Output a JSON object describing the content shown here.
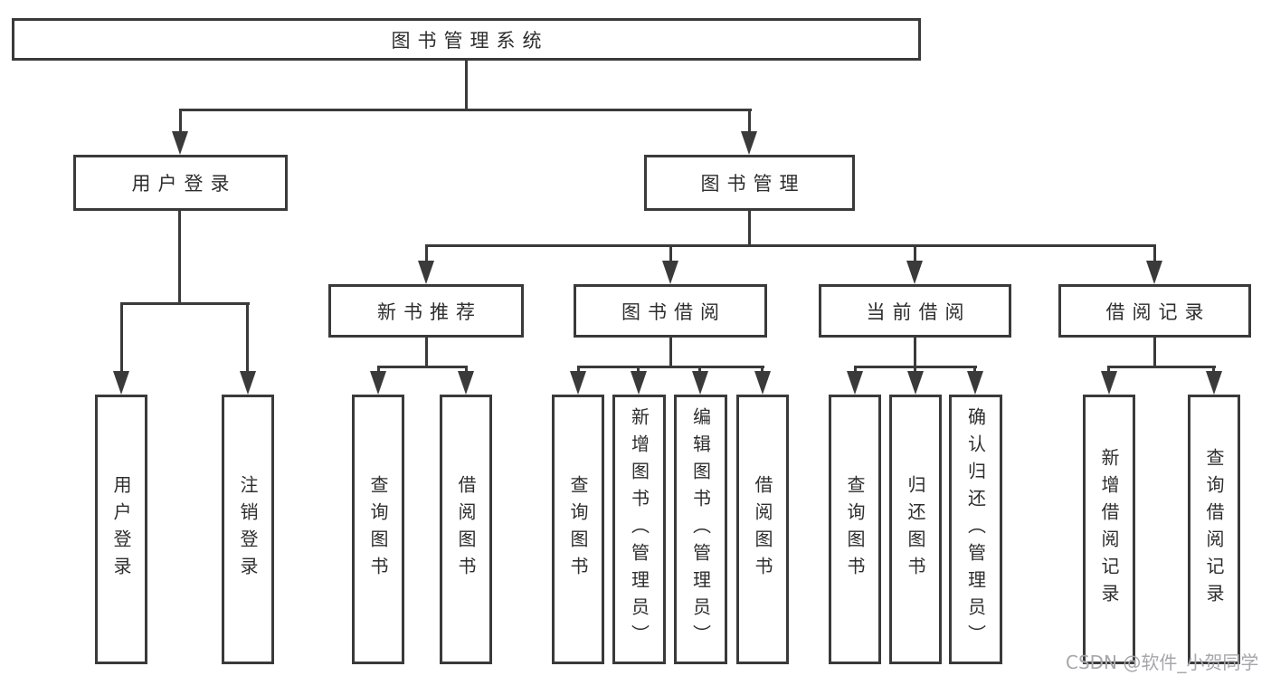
{
  "tree": {
    "root": {
      "label": "图书管理系统"
    },
    "level2": [
      {
        "label": "用户登录"
      },
      {
        "label": "图书管理"
      }
    ],
    "level3": [
      {
        "label": "新书推荐"
      },
      {
        "label": "图书借阅"
      },
      {
        "label": "当前借阅"
      },
      {
        "label": "借阅记录"
      }
    ],
    "leaves": {
      "user_login": [
        "用户登录",
        "注销登录"
      ],
      "new_book": [
        "查询图书",
        "借阅图书"
      ],
      "book_borrow": [
        "查询图书",
        "新增图书（管理员）",
        "编辑图书（管理员）",
        "借阅图书"
      ],
      "current_borrow": [
        "查询图书",
        "归还图书",
        "确认归还（管理员）"
      ],
      "borrow_records": [
        "新增借阅记录",
        "查询借阅记录"
      ]
    }
  },
  "watermark": {
    "text": "CSDN @软件_小贺同学"
  },
  "colors": {
    "line": "#3a3a3a",
    "text": "#2e2e2e",
    "background": "#ffffff",
    "watermark": "#a6a6ab"
  }
}
